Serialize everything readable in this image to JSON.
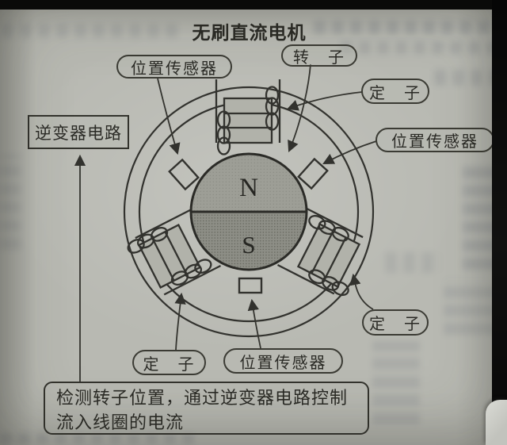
{
  "page": {
    "title": "无刷直流电机",
    "bubbles": {
      "position_sensor_top_left": "位置传感器",
      "rotor": "转　子",
      "stator_top_right": "定　子",
      "position_sensor_right": "位置传感器",
      "stator_bottom_right": "定　子",
      "stator_bottom_left": "定　子",
      "position_sensor_bottom": "位置传感器"
    },
    "inverter_label": "逆变器电路",
    "rotor_poles": {
      "north": "N",
      "south": "S"
    },
    "caption": {
      "line1": "检测转子位置，通过逆变器电路控制",
      "line2": "流入线圈的电流"
    },
    "colors": {
      "paper": "#b8b9b2",
      "ink": "#32322e",
      "rotor_north_fill": "#9d9e96",
      "rotor_south_fill": "#8d8e86",
      "coil_fill": "#b1b2aa",
      "photo_edge_black": "#0a0a09",
      "corner_tab": "#d6d7d1"
    }
  }
}
